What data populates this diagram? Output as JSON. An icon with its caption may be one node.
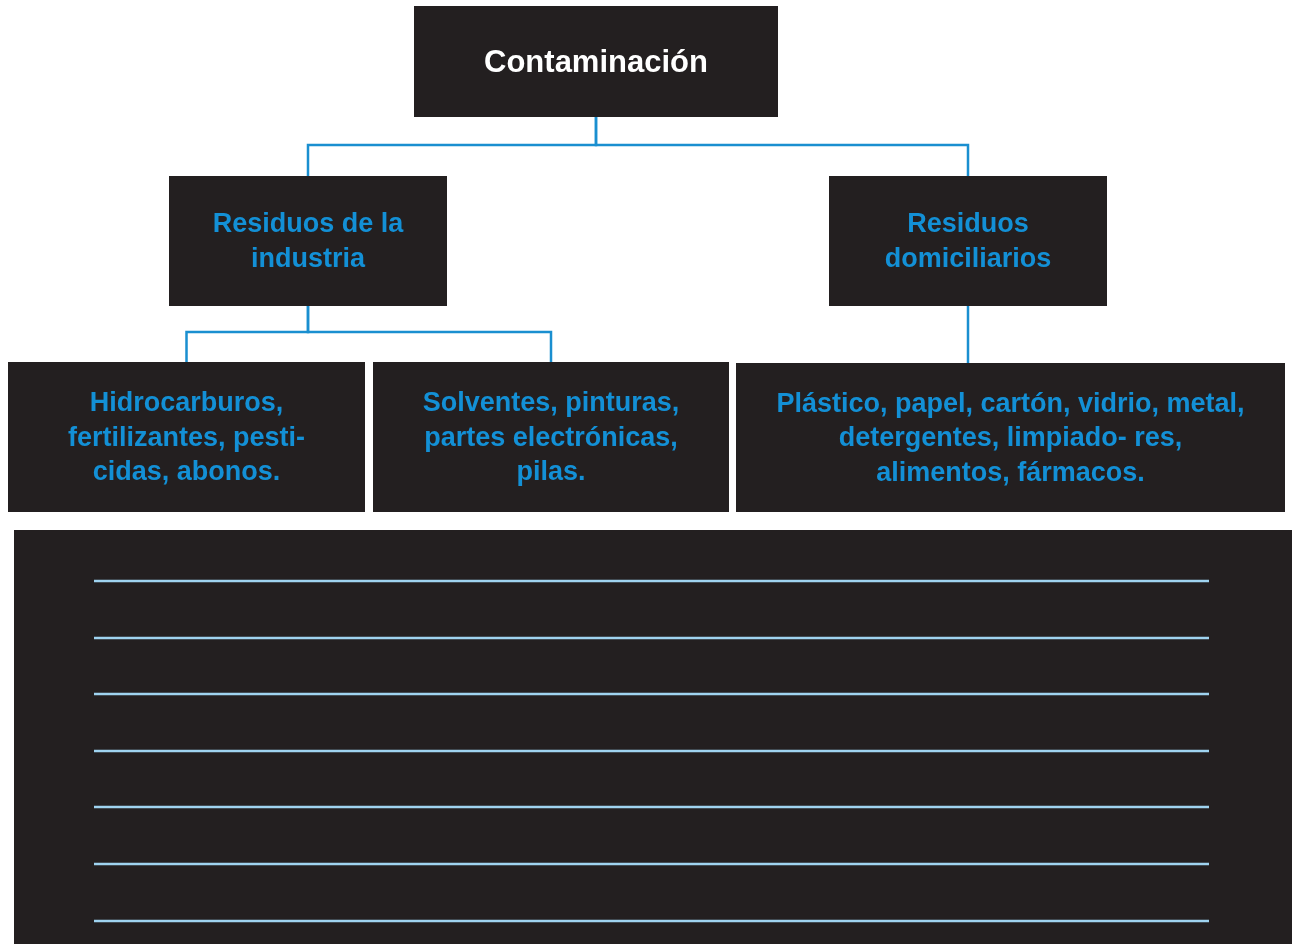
{
  "diagram": {
    "nodes": [
      {
        "text": [
          "Contaminación"
        ]
      },
      {
        "text": [
          "Residuos de la industria"
        ]
      },
      {
        "text": [
          "Residuos domiciliarios"
        ]
      },
      {
        "text": [
          "Hidrocarburos, fertilizantes, pesti- cidas, abonos."
        ]
      },
      {
        "text": [
          "Solventes, pinturas, partes electrónicas, pilas."
        ]
      },
      {
        "text": [
          "Plástico, papel, cartón, vidrio, metal, detergentes, limpiado- res, alimentos, fármacos."
        ]
      }
    ],
    "edges": [
      {
        "from": 0,
        "to": 1,
        "arrow": "none"
      },
      {
        "from": 0,
        "to": 2,
        "arrow": "none"
      },
      {
        "from": 1,
        "to": 3,
        "arrow": "none"
      },
      {
        "from": 1,
        "to": 4,
        "arrow": "none"
      },
      {
        "from": 2,
        "to": 5,
        "arrow": "none"
      }
    ]
  }
}
